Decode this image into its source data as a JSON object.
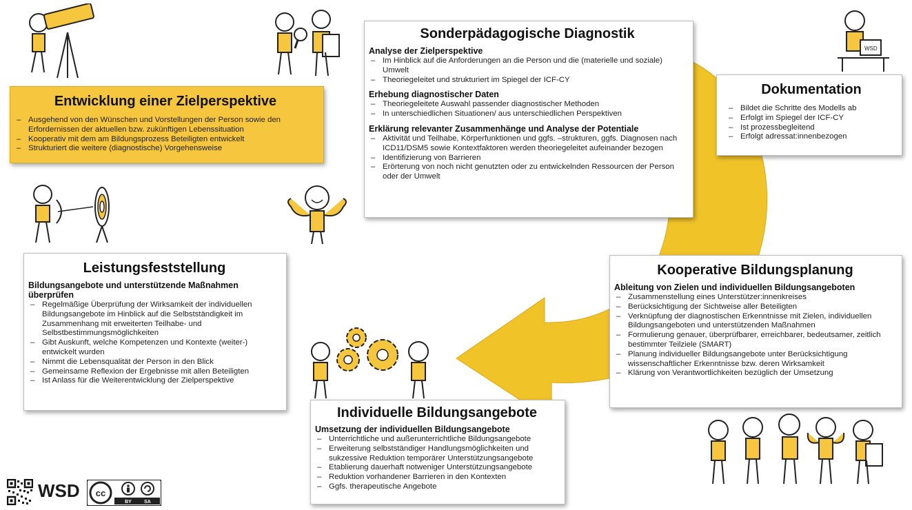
{
  "colors": {
    "accent": "#f5c63e",
    "arrow": "#f0c329",
    "arrow_dark": "#d9a717",
    "border": "#bdbdbd"
  },
  "icons": [
    "telescope-figure",
    "magnifier-figure",
    "laptop-figure",
    "archer-figure",
    "strong-figure",
    "gears-figures",
    "group-figures",
    "qr-code",
    "cc-by-sa-badge"
  ],
  "sonder": {
    "title": "Sonderpädagogische Diagnostik",
    "sections": [
      {
        "heading": "Analyse der Zielperspektive",
        "items": [
          "Im Hinblick auf die Anforderungen an die Person und die (materielle und soziale) Umwelt",
          "Theoriegeleitet und strukturiert im Spiegel der ICF-CY"
        ]
      },
      {
        "heading": "Erhebung diagnostischer Daten",
        "items": [
          "Theoriegeleitete Auswahl passender diagnostischer Methoden",
          "In unterschiedlichen Situationen/ aus unterschiedlichen Perspektiven"
        ]
      },
      {
        "heading": "Erklärung relevanter Zusammenhänge und Analyse der Potentiale",
        "items": [
          "Aktivität und Teilhabe, Körperfunktionen und ggfs. –strukturen, ggfs. Diagnosen nach ICD11/DSM5 sowie Kontextfaktoren werden theoriegeleitet aufeinander bezogen",
          "Identifizierung von Barrieren",
          "Erörterung von noch nicht genutzten oder zu entwickelnden Ressourcen der Person oder der Umwelt"
        ]
      }
    ]
  },
  "entwicklung": {
    "title": "Entwicklung einer Zielperspektive",
    "items": [
      "Ausgehend von den Wünschen und Vorstellungen der Person sowie den Erfordernissen der aktuellen bzw. zukünftigen Lebenssituation",
      "Kooperativ mit dem am Bildungsprozess Beteiligten entwickelt",
      "Strukturiert die weitere (diagnostische) Vorgehensweise"
    ]
  },
  "dokumentation": {
    "title": "Dokumentation",
    "items": [
      "Bildet die Schritte des Modells ab",
      "Erfolgt im Spiegel der ICF-CY",
      "Ist prozessbegleitend",
      "Erfolgt adressat:innenbezogen"
    ]
  },
  "leistung": {
    "title": "Leistungsfeststellung",
    "heading": "Bildungsangebote und unterstützende Maßnahmen überprüfen",
    "items": [
      "Regelmäßige Überprüfung der Wirksamkeit der individuellen Bildungsangebote im Hinblick auf die Selbstständigkeit im Zusammenhang mit erweiterten Teilhabe- und Selbstbestimmungsmöglichkeiten",
      "Gibt Auskunft, welche Kompetenzen und Kontexte (weiter-) entwickelt wurden",
      "Nimmt die Lebensqualität der Person in den Blick",
      "Gemeinsame Reflexion der Ergebnisse mit allen Beteiligten",
      "Ist Anlass für die Weiterentwicklung der Zielperspektive"
    ]
  },
  "kooperativ": {
    "title": "Kooperative Bildungsplanung",
    "heading": "Ableitung von Zielen und individuellen Bildungsangeboten",
    "items": [
      "Zusammenstellung eines Unterstützer:innenkreises",
      "Berücksichtigung der Sichtweise aller Beteiligten",
      "Verknüpfung der diagnostischen Erkenntnisse mit Zielen, individuellen Bildungsangeboten und unterstützenden Maßnahmen",
      "Formulierung genauer, überprüfbarer, erreichbarer, bedeutsamer, zeitlich bestimmter Teilziele (SMART)",
      "Planung individueller Bildungsangebote unter Berücksichtigung wissenschaftlicher Erkenntnisse bzw. deren Wirksamkeit",
      "Klärung von Verantwortlichkeiten bezüglich der Umsetzung"
    ]
  },
  "individuell": {
    "title": "Individuelle Bildungsangebote",
    "heading": "Umsetzung der individuellen Bildungsangebote",
    "items": [
      "Unterrichtliche und außerunterrichtliche Bildungsangebote",
      "Erweiterung selbstständiger Handlungsmöglichkeiten und sukzessive Reduktion temporärer Unterstützungsangebote",
      "Etablierung dauerhaft notweniger Unterstützungsangebote",
      "Reduktion vorhandener Barrieren in den Kontexten",
      "Ggfs. therapeutische Angebote"
    ]
  },
  "footer": {
    "logo_text": "WSD",
    "cc_label": "cc",
    "by": "BY",
    "sa": "SA",
    "laptop_label": "WSD"
  }
}
